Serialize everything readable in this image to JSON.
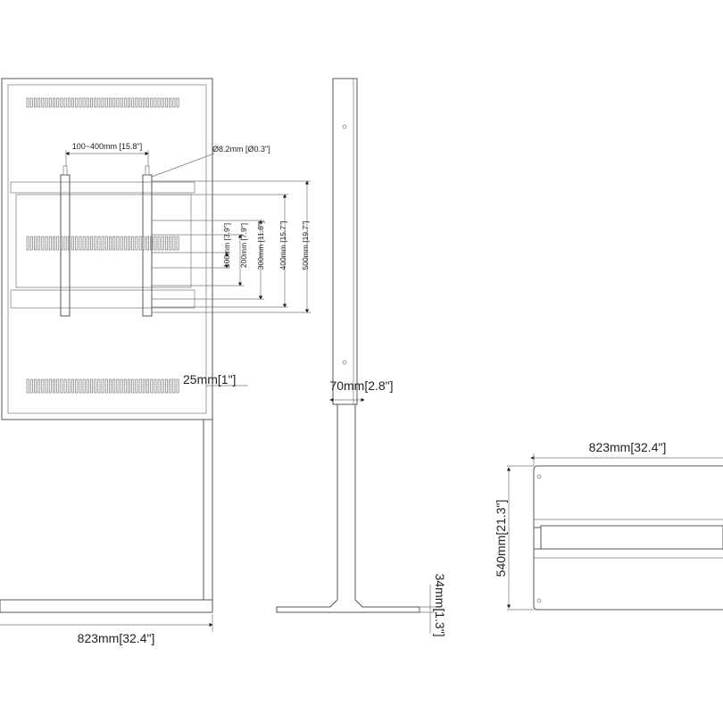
{
  "labels": {
    "vesa_width": "100~400mm [15.8\"]",
    "hole_diameter": "Ø8.2mm [Ø0.3\"]",
    "vesa_100": "100mm [3.9\"]",
    "vesa_200": "200mm [7.9\"]",
    "vesa_300": "300mm [11.8\"]",
    "vesa_400": "400mm [15.7\"]",
    "vesa_500": "500mm [19.7\"]",
    "frame_offset": "25mm[1\"]",
    "pole_depth": "70mm[2.8\"]",
    "front_width": "823mm[32.4\"]",
    "base_height": "34mm[1.3\"]",
    "top_width": "823mm[32.4\"]",
    "top_depth": "540mm[21.3\"]"
  }
}
